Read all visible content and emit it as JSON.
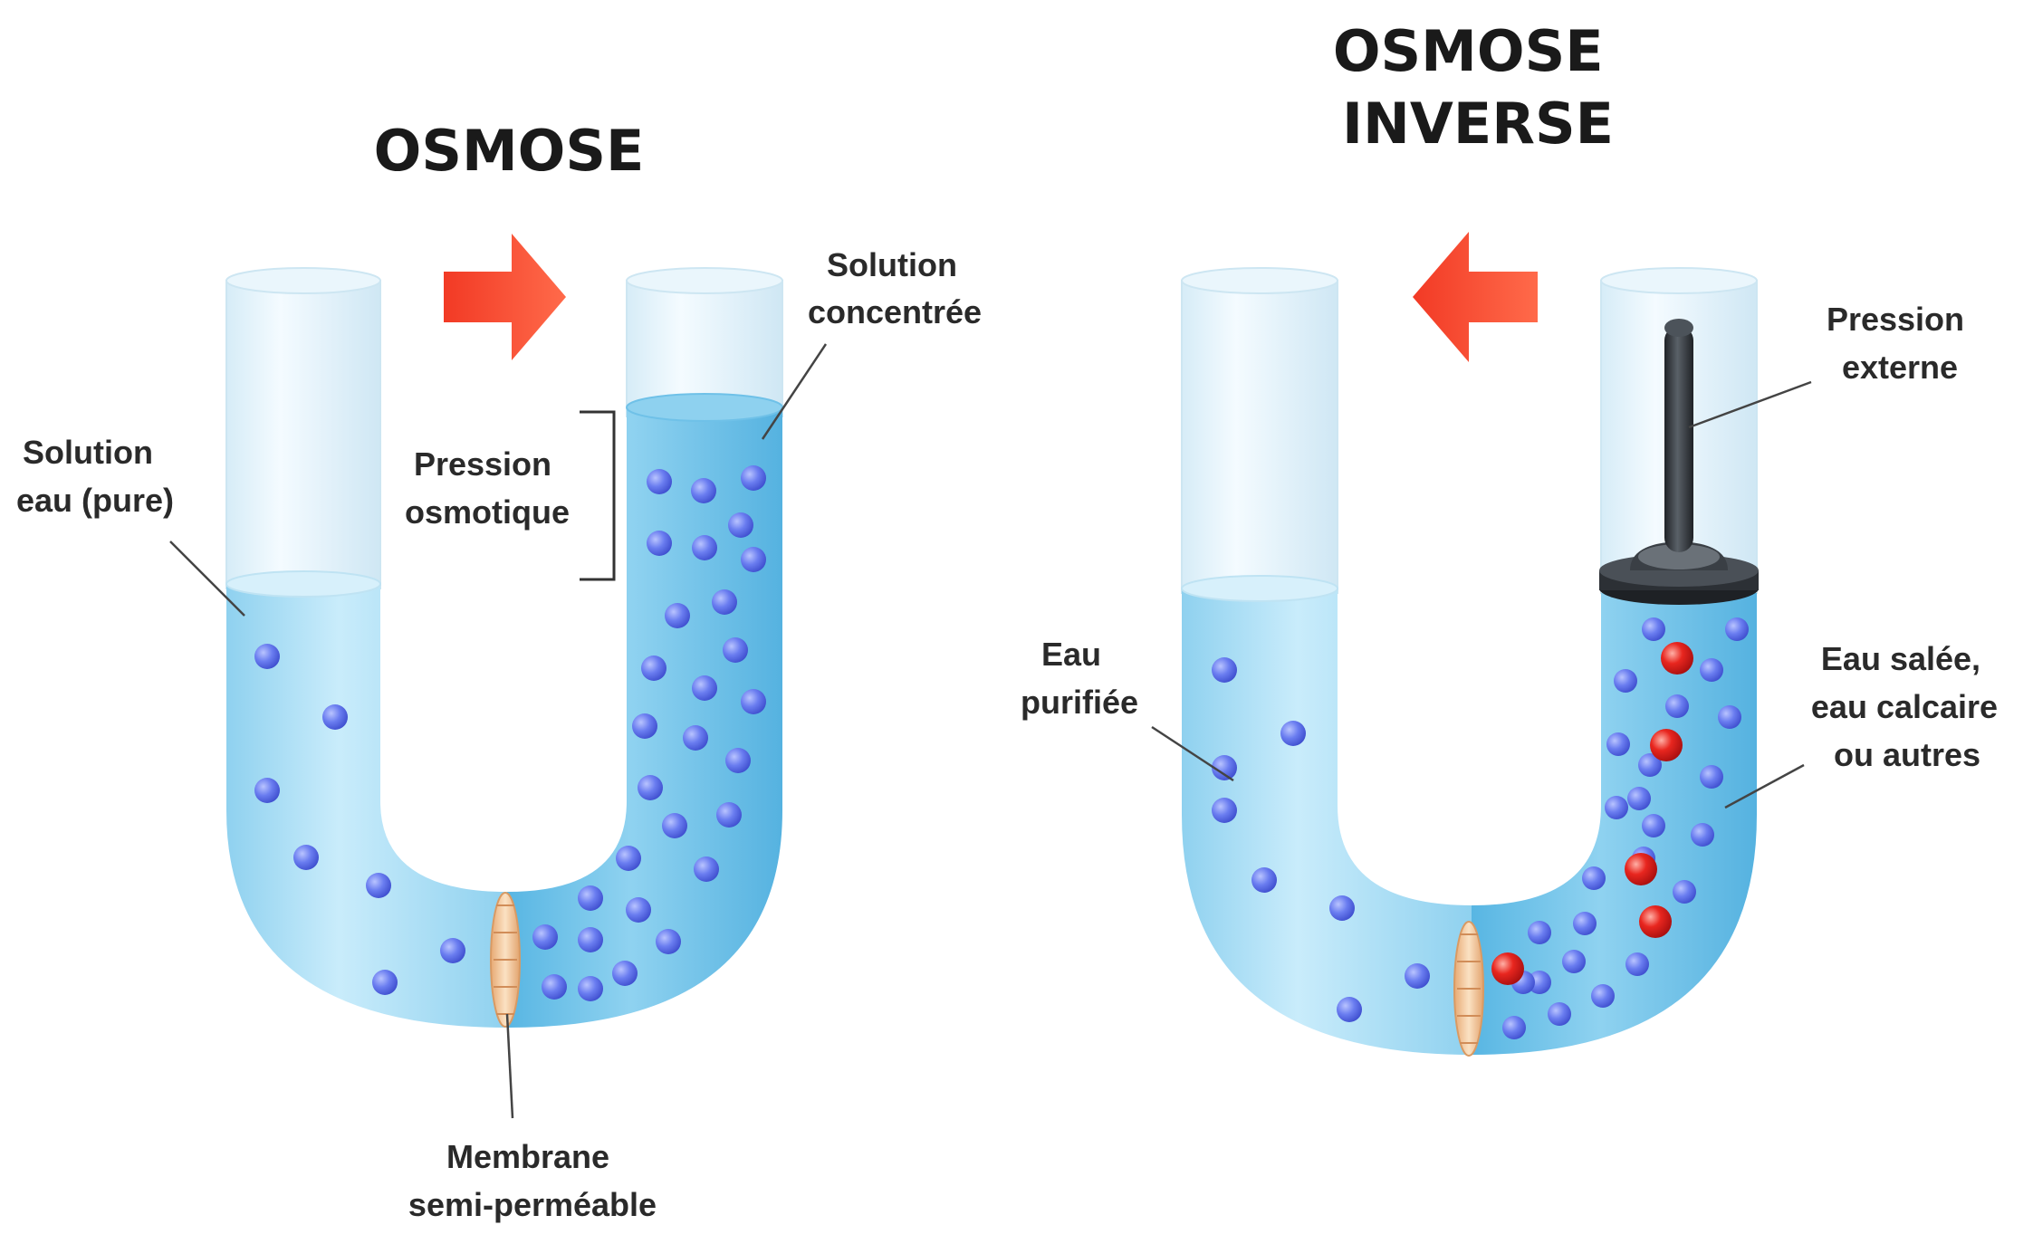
{
  "osmosis": {
    "title": "OSMOSE",
    "label_pure_line1": "Solution",
    "label_pure_line2": "eau (pure)",
    "label_conc_line1": "Solution",
    "label_conc_line2": "concentrée",
    "label_pressure_line1": "Pression",
    "label_pressure_line2": "osmotique",
    "label_membrane_line1": "Membrane",
    "label_membrane_line2": "semi-perméable"
  },
  "reverse": {
    "title_line1": "OSMOSE",
    "title_line2": "INVERSE",
    "label_external_line1": "Pression",
    "label_external_line2": "externe",
    "label_purified_line1": "Eau",
    "label_purified_line2": "purifiée",
    "label_salt_line1": "Eau salée,",
    "label_salt_line2": "eau calcaire",
    "label_salt_line3": "ou autres"
  },
  "colors": {
    "water": "#9fd8f1",
    "water_dark": "#4fb0df",
    "glass": "#e6f4fb",
    "molecule": "#5a6ee8",
    "salt": "#e01e1e",
    "arrow": "#f5412b",
    "membrane": "#f1c9a0",
    "piston": "#3a3f45"
  }
}
